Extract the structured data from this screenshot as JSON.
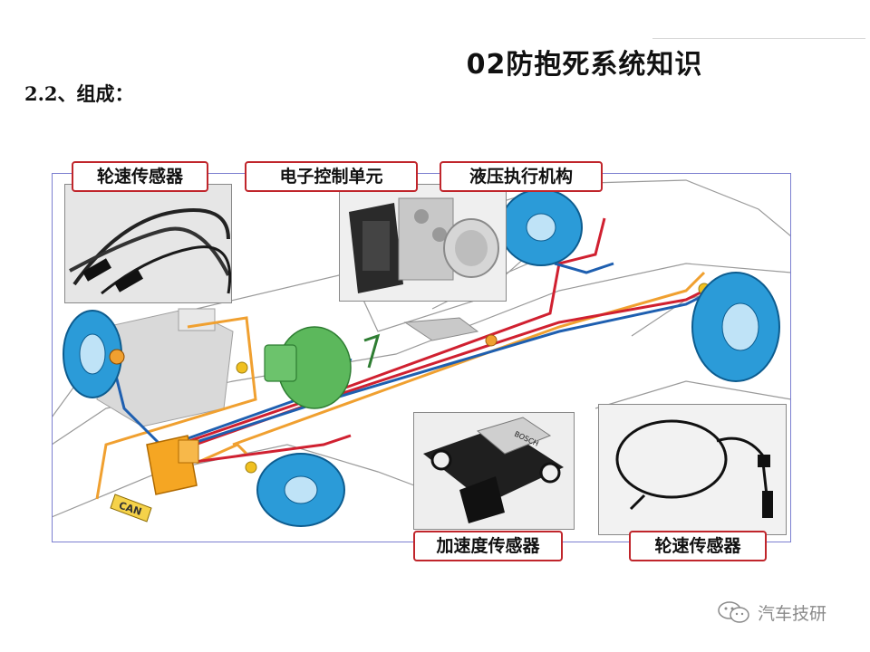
{
  "header": {
    "title": "02防抱死系统知识"
  },
  "section": {
    "subtitle": "2.2、组成："
  },
  "labels": {
    "wheel_speed_sensor_top": "轮速传感器",
    "ecu": "电子控制单元",
    "hydraulic_actuator": "液压执行机构",
    "acceleration_sensor": "加速度传感器",
    "wheel_speed_sensor_bottom": "轮速传感器"
  },
  "diagram": {
    "can_label": "CAN",
    "sensor_brand": "BOSCH"
  },
  "colors": {
    "label_border": "#c0252b",
    "frame_border": "#7b7fd0",
    "brake_disc": "#2b9bd8",
    "module": "#f5a623",
    "booster": "#5cb85c",
    "line_blue": "#1e5fb0",
    "line_red": "#d02030",
    "line_orange": "#f0a030"
  },
  "watermark": {
    "icon": "wechat-icon",
    "text": "汽车技研"
  }
}
